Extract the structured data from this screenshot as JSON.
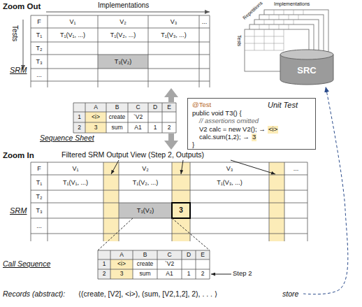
{
  "diagram": {
    "nodes": [
      {
        "text": [
          "SRM"
        ]
      },
      {
        "text": [
          "SRC"
        ]
      },
      {
        "text": [
          "Sequence Sheet"
        ]
      },
      {
        "text": [
          "Unit Test",
          "@Test",
          "public void T3() {",
          "// assertions omitted",
          "V2 calc = new V2(); →",
          "<i>",
          "calc.sum(1,2); →",
          "3",
          "}"
        ]
      },
      {
        "text": [
          "SRM",
          "Filtered SRM Output View (Step 2, Outputs)"
        ]
      },
      {
        "text": [
          "Call Sequence"
        ]
      }
    ],
    "edges": [
      {
        "from": 2,
        "to": 0,
        "arrow": "to"
      },
      {
        "from": 2,
        "to": 4,
        "arrow": "to"
      }
    ],
    "labels": [
      "Zoom Out",
      "Implementations",
      "Tests",
      "F",
      "V₁",
      "V₂",
      "V₃",
      "...",
      "T₁",
      "T₁(V₁, ...)",
      "T₁(V₂, ...)",
      "T₁(V₃, ...)",
      "T₂",
      "T₃",
      "T₃(V₂)",
      "...",
      "Repetitions",
      "Implementations",
      "Tests",
      "A",
      "B",
      "C",
      "D",
      "E",
      "1",
      "<i>",
      "create",
      "`V2",
      "2",
      "3",
      "sum",
      "A1",
      "1",
      "2",
      "Zoom In",
      "F",
      "V₁",
      "V₂",
      "V₃",
      "...",
      "T₁",
      "T₁(V₁, ...)",
      "T₁(V₂, ...)",
      "T₁(V₃, ...)",
      "T₂",
      "T₃",
      "T₃(V₂)",
      "3",
      "...",
      "A",
      "B",
      "C",
      "D",
      "E",
      "1",
      "<i>",
      "create",
      "`V2",
      "2",
      "3",
      "sum",
      "A1",
      "1",
      "2",
      "Step 2",
      "Records (abstract):",
      "⟨(create, [V2], <i>), (sum, [V2,1,2], 2), . . . ⟩",
      "store"
    ]
  }
}
